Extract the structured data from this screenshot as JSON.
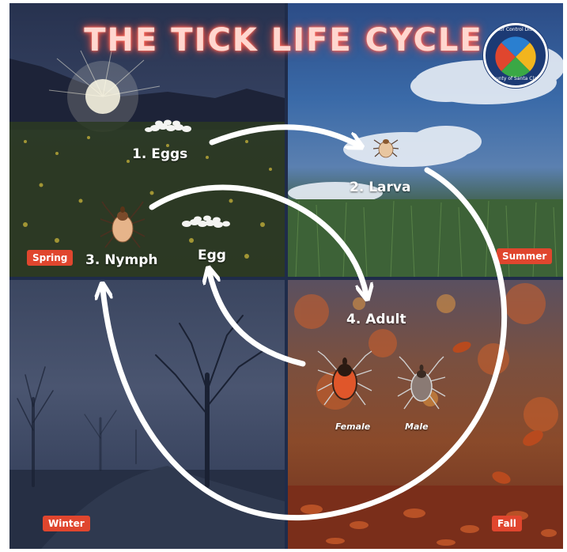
{
  "title": "THE TICK LIFE CYCLE",
  "logo": {
    "top_text": "Vector Control District",
    "bottom_text": "County of Santa Clara",
    "colors": [
      "#2a7fd0",
      "#e0462e",
      "#3aa845",
      "#f2b51e"
    ]
  },
  "seasons": {
    "spring": "Spring",
    "summer": "Summer",
    "winter": "Winter",
    "fall": "Fall"
  },
  "stages": {
    "eggs": "1.  Eggs",
    "larva": "2.  Larva",
    "nymph": "3.  Nymph",
    "egg": "Egg",
    "adult": "4. Adult"
  },
  "adult_sexes": {
    "female": "Female",
    "male": "Male"
  },
  "colors": {
    "badge": "#e0462e",
    "arrow": "#ffffff",
    "title_glow": "#ff6a5a"
  }
}
